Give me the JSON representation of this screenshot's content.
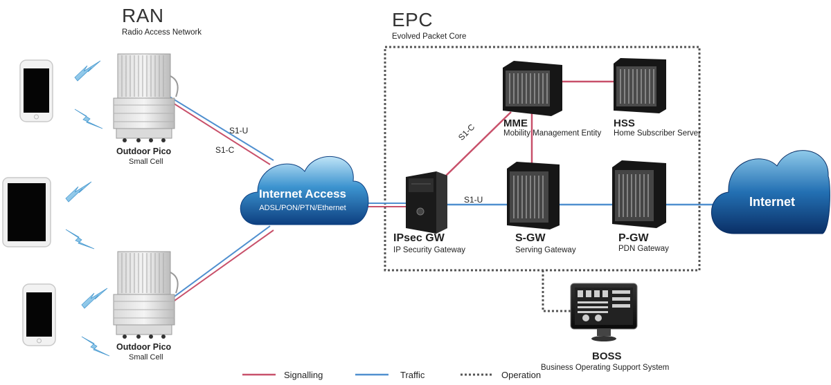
{
  "ran": {
    "title": "RAN",
    "subtitle": "Radio Access Network"
  },
  "epc": {
    "title": "EPC",
    "subtitle": "Evolved Packet Core"
  },
  "pico_top": {
    "name": "Outdoor Pico",
    "desc": "Small Cell"
  },
  "pico_bottom": {
    "name": "Outdoor Pico",
    "desc": "Small Cell"
  },
  "links": {
    "s1u_ran": "S1-U",
    "s1c_ran": "S1-C",
    "s1c_epc": "S1-C",
    "s1u_epc": "S1-U"
  },
  "cloud_access": {
    "title": "Internet Access",
    "desc": "ADSL/PON/PTN/Ethernet"
  },
  "cloud_internet": {
    "title": "Internet"
  },
  "ipsec": {
    "name": "IPsec GW",
    "desc": "IP Security Gateway"
  },
  "mme": {
    "name": "MME",
    "desc": "Mobility Management Entity"
  },
  "hss": {
    "name": "HSS",
    "desc": "Home Subscriber Server"
  },
  "sgw": {
    "name": "S-GW",
    "desc": "Serving Gateway"
  },
  "pgw": {
    "name": "P-GW",
    "desc": "PDN Gateway"
  },
  "boss": {
    "name": "BOSS",
    "desc": "Business Operating Support System"
  },
  "legend": {
    "signalling": "Signalling",
    "traffic": "Traffic",
    "operation": "Operation"
  },
  "colors": {
    "signalling": "#c8506a",
    "traffic": "#4f8fcf",
    "operation": "#555555",
    "cloud": "#1f6fb8"
  }
}
